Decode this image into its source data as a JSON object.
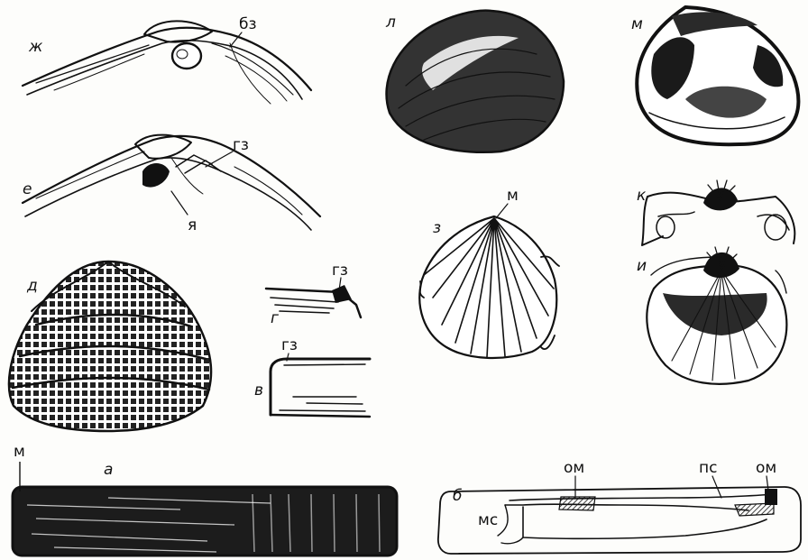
{
  "panels": {
    "zh": "ж",
    "e": "е",
    "d": "д",
    "g": "г",
    "v": "в",
    "l": "л",
    "m": "м",
    "z": "з",
    "k": "к",
    "i": "и",
    "a": "а",
    "b": "б"
  },
  "annotations": {
    "bz": "бз",
    "gz_e": "гз",
    "ya": "я",
    "gz_g": "гз",
    "gz_v": "гз",
    "m_z": "м",
    "m_a": "м",
    "om_left": "ом",
    "om_right": "ом",
    "ps": "пс",
    "ms": "мс"
  },
  "colors": {
    "ink": "#111111",
    "paper": "#fdfdfb"
  }
}
